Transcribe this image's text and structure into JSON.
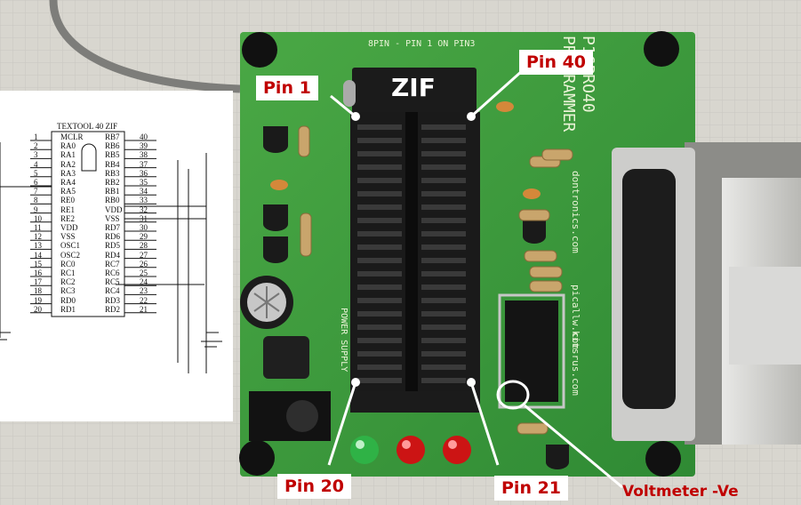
{
  "labels": {
    "zif": "ZIF",
    "pin1": "Pin 1",
    "pin40": "Pin 40",
    "pin20": "Pin 20",
    "pin21": "Pin 21",
    "voltmeter": "Voltmeter -Ve"
  },
  "pcb_text": {
    "title": "P16PRO40",
    "subtitle": "PROGRAMMER",
    "site1": "dontronics.com",
    "site2": "picallw.com",
    "site3": "kitsrus.com",
    "top_note": "8PIN - PIN 1 ON PIN3",
    "power": "POWER SUPPLY"
  },
  "schematic": {
    "title": "TEXTOOL 40 ZIF",
    "left_nums": [
      "1",
      "2",
      "3",
      "4",
      "5",
      "6",
      "7",
      "8",
      "9",
      "10",
      "11",
      "12",
      "13",
      "14",
      "15",
      "16",
      "17",
      "18",
      "19",
      "20"
    ],
    "left_pins": [
      "MCLR",
      "RA0",
      "RA1",
      "RA2",
      "RA3",
      "RA4",
      "RA5",
      "RE0",
      "RE1",
      "RE2",
      "VDD",
      "VSS",
      "OSC1",
      "OSC2",
      "RC0",
      "RC1",
      "RC2",
      "RC3",
      "RD0",
      "RD1"
    ],
    "right_pins": [
      "RB7",
      "RB6",
      "RB5",
      "RB4",
      "RB3",
      "RB2",
      "RB1",
      "RB0",
      "VDD",
      "VSS",
      "RD7",
      "RD6",
      "RD5",
      "RD4",
      "RC7",
      "RC6",
      "RC5",
      "RC4",
      "RD3",
      "RD2"
    ],
    "right_nums": [
      "40",
      "39",
      "38",
      "37",
      "36",
      "35",
      "34",
      "33",
      "32",
      "31",
      "30",
      "29",
      "28",
      "27",
      "26",
      "25",
      "24",
      "23",
      "22",
      "21"
    ]
  },
  "colors": {
    "pcb": "#3f9a3a",
    "callout_text": "#c00000",
    "callout_bg": "#ffffff",
    "zif_socket": "#1a1a1a"
  }
}
